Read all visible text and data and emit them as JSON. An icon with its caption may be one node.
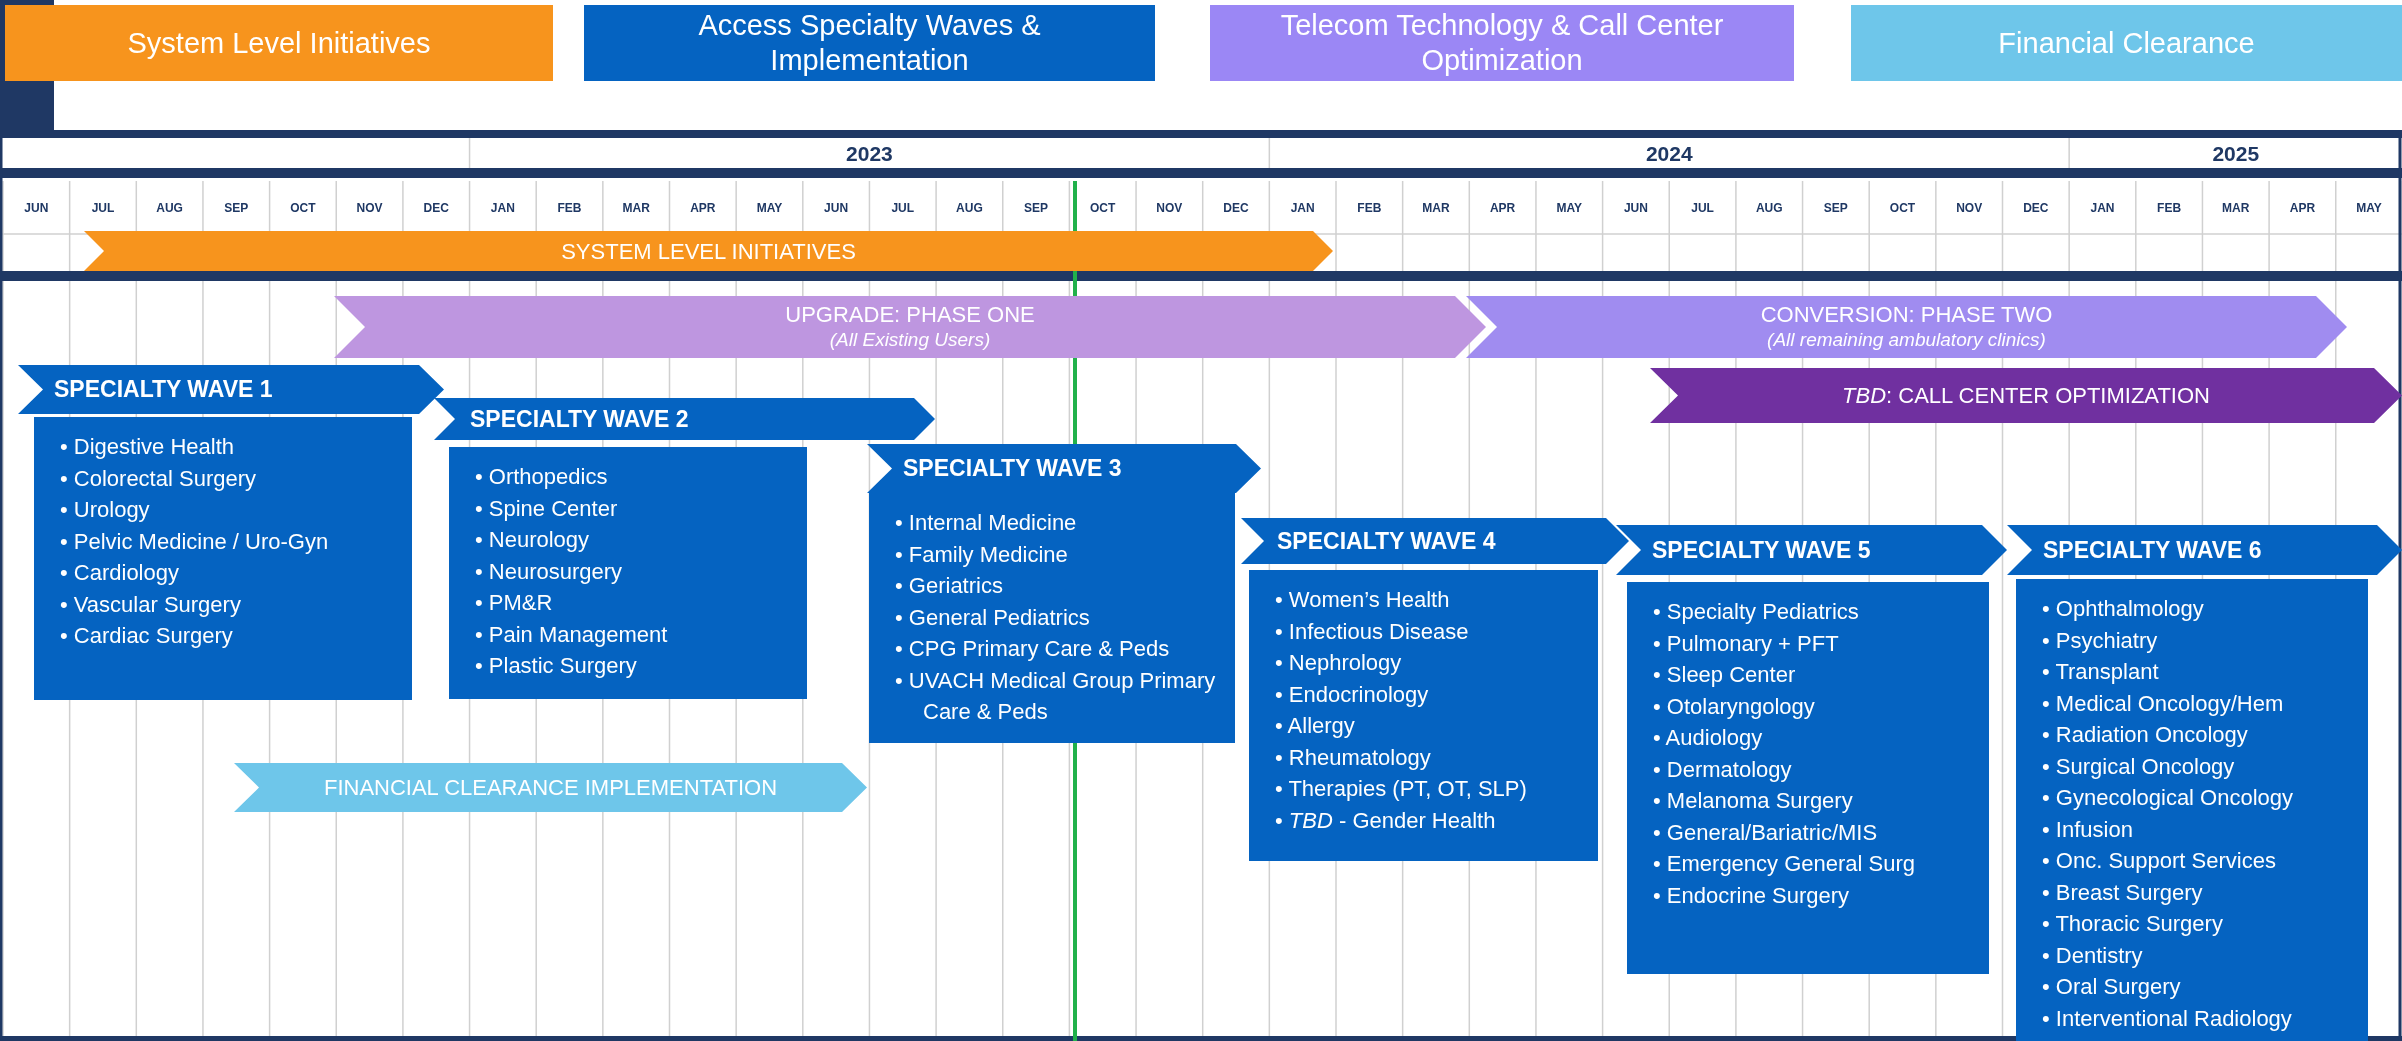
{
  "diagram": {
    "nodes": [
      {
        "text": [
          "SYSTEM LEVEL INITIATIVES"
        ]
      },
      {
        "text": [
          "UPGRADE: PHASE ONE",
          "(All Existing Users)"
        ]
      },
      {
        "text": [
          "CONVERSION: PHASE TWO",
          "(All remaining ambulatory clinics)"
        ]
      },
      {
        "text": [
          "*TBD*: CALL CENTER OPTIMIZATION"
        ]
      },
      {
        "text": [
          "SPECIALTY WAVE 1",
          "• Digestive Health",
          "• Colorectal Surgery",
          "• Urology",
          "• Pelvic Medicine / Uro-Gyn",
          "• Cardiology",
          "• Vascular Surgery",
          "• Cardiac Surgery"
        ]
      },
      {
        "text": [
          "SPECIALTY WAVE 2",
          "• Orthopedics",
          "• Spine Center",
          "• Neurology",
          "• Neurosurgery",
          "• PM&R",
          "• Pain Management",
          "• Plastic Surgery"
        ]
      },
      {
        "text": [
          "SPECIALTY WAVE 3",
          "• Internal Medicine",
          "• Family Medicine",
          "• Geriatrics",
          "• General Pediatrics",
          "• CPG Primary Care & Peds",
          "• UVACH Medical Group Primary Care & Peds"
        ]
      },
      {
        "text": [
          "SPECIALTY WAVE 4",
          "• Women’s Health",
          "• Infectious Disease",
          "• Nephrology",
          "• Endocrinology",
          "• Allergy",
          "• Rheumatology",
          "• Therapies (PT, OT, SLP)",
          "• *TBD* - Gender Health"
        ]
      },
      {
        "text": [
          "SPECIALTY WAVE 5",
          "• Specialty Pediatrics",
          "• Pulmonary + PFT",
          "• Sleep Center",
          "• Otolaryngology",
          "• Audiology",
          "• Dermatology",
          "• Melanoma Surgery",
          "• General/Bariatric/MIS",
          "• Emergency General Surg",
          "• Endocrine Surgery"
        ]
      },
      {
        "text": [
          "SPECIALTY WAVE 6",
          "• Ophthalmology",
          "• Psychiatry",
          "• Transplant",
          "• Medical Oncology/Hem",
          "• Radiation Oncology",
          "• Surgical Oncology",
          "• Gynecological Oncology",
          "• Infusion",
          "• Onc. Support Services",
          "• Breast Surgery",
          "• Thoracic Surgery",
          "• Dentistry",
          "• Oral Surgery",
          "• Interventional Radiology"
        ]
      },
      {
        "text": [
          "FINANCIAL CLEARANCE IMPLEMENTATION"
        ]
      }
    ],
    "labels": [
      "2023",
      "2024",
      "2025",
      "JUN",
      "JUL",
      "AUG",
      "SEP",
      "OCT",
      "NOV",
      "DEC",
      "JAN",
      "FEB",
      "MAR",
      "APR",
      "MAY",
      "JUN",
      "JUL",
      "AUG",
      "SEP",
      "OCT",
      "NOV",
      "DEC",
      "JAN",
      "FEB",
      "MAR",
      "APR",
      "MAY",
      "JUN",
      "JUL",
      "AUG",
      "SEP",
      "OCT",
      "NOV",
      "DEC",
      "JAN",
      "FEB",
      "MAR",
      "APR",
      "MAY"
    ],
    "legend": [
      {
        "text": "System Level Initiatives",
        "color": "#f7941d"
      },
      {
        "text": "Access Specialty Waves & Implementation",
        "color": "#0563c1"
      },
      {
        "text": "Telecom Technology & Call Center Optimization",
        "color": "#9b87f5"
      },
      {
        "text": "Financial Clearance",
        "color": "#6ec6ea"
      }
    ]
  }
}
